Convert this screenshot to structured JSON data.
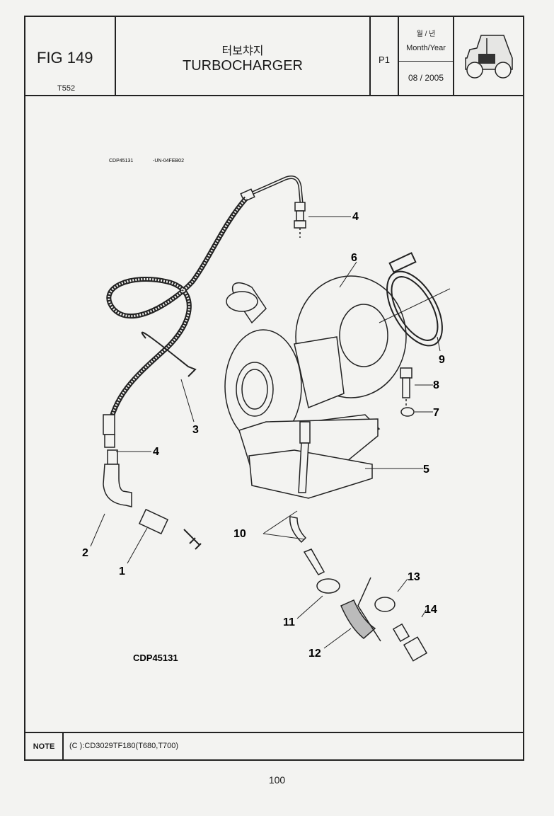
{
  "header": {
    "fig_number": "FIG 149",
    "model": "T552",
    "title_korean": "터보챠지",
    "title_english": "TURBOCHARGER",
    "page_code": "P1",
    "date_label_korean": "월 / 년",
    "date_label_english": "Month/Year",
    "date_value": "08 / 2005"
  },
  "diagram": {
    "small_reference": "CDP45131",
    "small_code": "-UN-04FEB02",
    "reference_code": "CDP45131",
    "callouts": [
      "1",
      "2",
      "3",
      "4",
      "4",
      "5",
      "6",
      "7",
      "8",
      "9",
      "10",
      "11",
      "12",
      "13",
      "14"
    ]
  },
  "note": {
    "label": "NOTE",
    "text": "(C ):CD3029TF180(T680,T700)"
  },
  "page_number": "100"
}
